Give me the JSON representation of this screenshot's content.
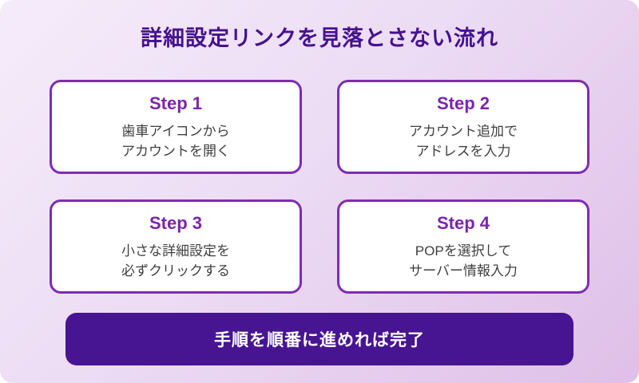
{
  "title": "詳細設定リンクを見落とさない流れ",
  "colors": {
    "accent_border": "#7d2dae",
    "step_label": "#7b24ad",
    "title_text": "#45128e",
    "body_text": "#3f3f3f",
    "banner_bg": "#471591",
    "banner_text": "#ffffff",
    "gradient_start": "#f5ecfa",
    "gradient_end": "#dfbfe8"
  },
  "steps": [
    {
      "label": "Step 1",
      "line1": "歯車アイコンから",
      "line2": "アカウントを開く"
    },
    {
      "label": "Step 2",
      "line1": "アカウント追加で",
      "line2": "アドレスを入力"
    },
    {
      "label": "Step 3",
      "line1": "小さな詳細設定を",
      "line2": "必ずクリックする"
    },
    {
      "label": "Step 4",
      "line1": "POPを選択して",
      "line2": "サーバー情報入力"
    }
  ],
  "footer": {
    "label": "手順を順番に進めれば完了"
  }
}
